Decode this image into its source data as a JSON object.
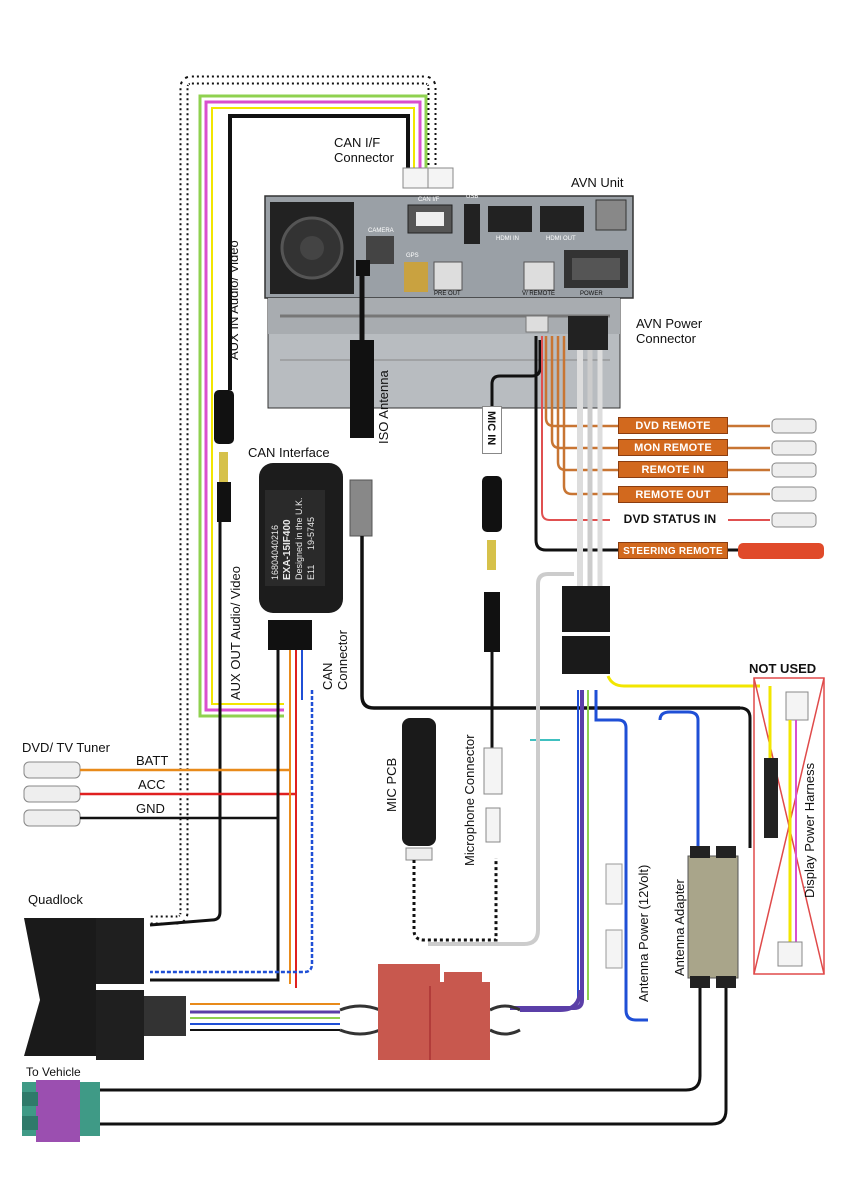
{
  "labels": {
    "can_if_connector": "CAN I/F\nConnector",
    "avn_unit": "AVN Unit",
    "avn_power_connector": "AVN Power\nConnector",
    "aux_in": "AUX IN Audio/ Video",
    "aux_out": "AUX OUT Audio/ Video",
    "iso_antenna": "ISO Antenna",
    "can_interface": "CAN Interface",
    "can_connector": "CAN\nConnector",
    "mic_in": "MIC IN",
    "mic_pcb": "MIC PCB",
    "microphone_connector": "Microphone Connector",
    "antenna_power": "Antenna Power (12Volt)",
    "antenna_adapter": "Antenna Adapter",
    "display_power_harness": "Display Power Harness",
    "not_used": "NOT USED",
    "dvd_tv_tuner": "DVD/ TV Tuner",
    "batt": "BATT",
    "acc": "ACC",
    "gnd": "GND",
    "quadlock": "Quadlock",
    "to_vehicle": "To Vehicle"
  },
  "wire_tags": [
    {
      "text": "DVD REMOTE",
      "style": "orange"
    },
    {
      "text": "MON REMOTE",
      "style": "orange"
    },
    {
      "text": "REMOTE  IN",
      "style": "orange"
    },
    {
      "text": "REMOTE  OUT",
      "style": "orange"
    },
    {
      "text": "DVD STATUS  IN",
      "style": "white"
    },
    {
      "text": "STEERING REMOTE",
      "style": "orange"
    }
  ],
  "can_module_text": {
    "line1": "16804040216",
    "line2": "EXA-15IF400",
    "line3": "Designed in the U.K.",
    "line4": "19-5745",
    "line5": "E11"
  },
  "avn_ports": {
    "can_if": "CAN I/F",
    "usb": "USB",
    "camera": "CAMERA",
    "hdmi_in": "HDMI IN",
    "hdmi_out": "HDMI OUT",
    "gps": "GPS",
    "pre_out": "PRE OUT",
    "v_remote": "V/ REMOTE",
    "power": "POWER"
  },
  "colors": {
    "wire_orange": "#e88a1a",
    "wire_red": "#e02020",
    "wire_black": "#111111",
    "wire_blue": "#1f4fd6",
    "wire_yellow": "#f2e600",
    "wire_pink": "#d94fcf",
    "wire_green": "#8fd14f",
    "quadlock_red": "#c8584e",
    "fakra_violet": "#9b4fb0",
    "fakra_teal": "#3f9a86",
    "tag_orange": "#d2691e"
  }
}
